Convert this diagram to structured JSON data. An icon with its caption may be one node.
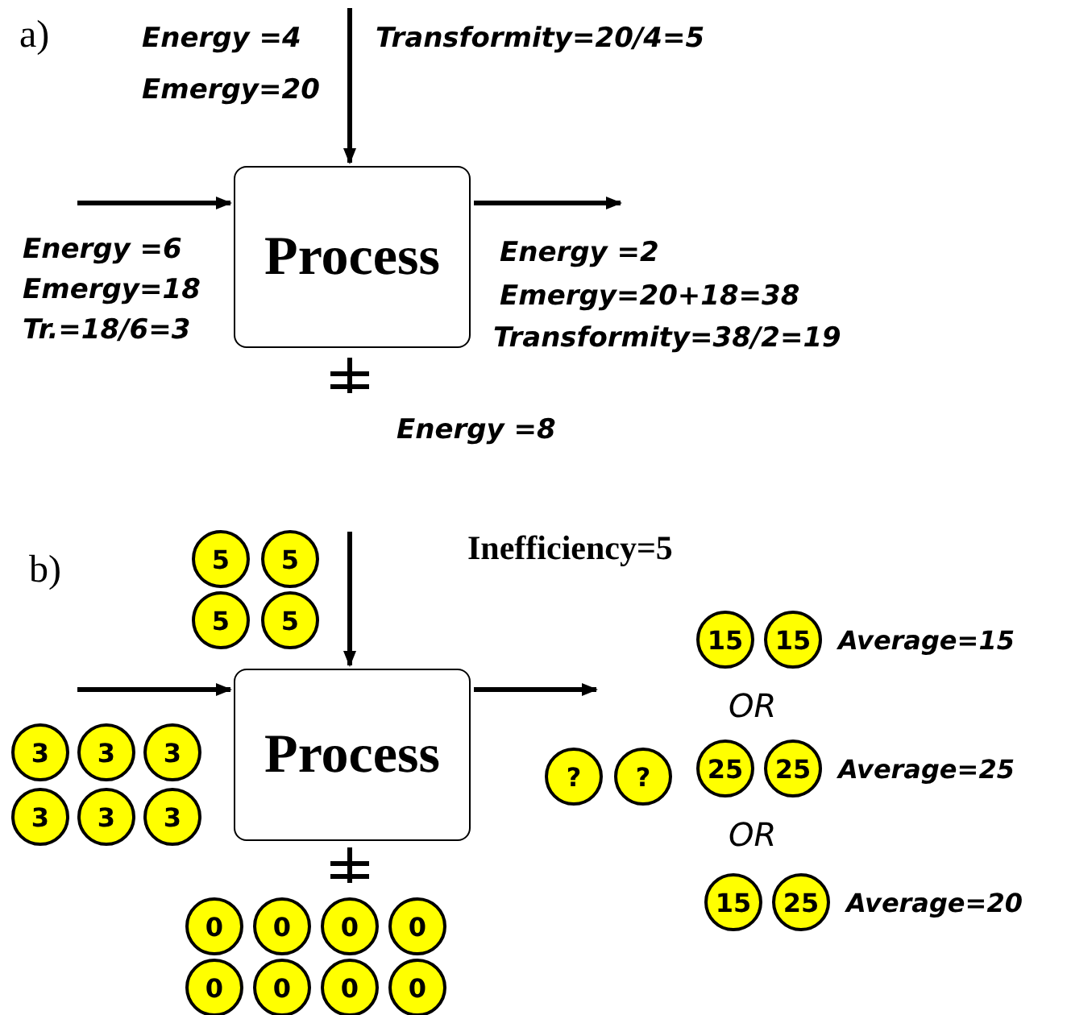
{
  "diagram": {
    "nodes": [
      {
        "text": [
          "Process"
        ]
      },
      {
        "text": [
          "5"
        ]
      },
      {
        "text": [
          "5"
        ]
      },
      {
        "text": [
          "5"
        ]
      },
      {
        "text": [
          "5"
        ]
      },
      {
        "text": [
          "Process"
        ]
      },
      {
        "text": [
          "3"
        ]
      },
      {
        "text": [
          "3"
        ]
      },
      {
        "text": [
          "3"
        ]
      },
      {
        "text": [
          "3"
        ]
      },
      {
        "text": [
          "3"
        ]
      },
      {
        "text": [
          "3"
        ]
      },
      {
        "text": [
          "?"
        ]
      },
      {
        "text": [
          "?"
        ]
      },
      {
        "text": [
          "0"
        ]
      },
      {
        "text": [
          "0"
        ]
      },
      {
        "text": [
          "0"
        ]
      },
      {
        "text": [
          "0"
        ]
      },
      {
        "text": [
          "0"
        ]
      },
      {
        "text": [
          "0"
        ]
      },
      {
        "text": [
          "0"
        ]
      },
      {
        "text": [
          "0"
        ]
      },
      {
        "text": [
          "15"
        ]
      },
      {
        "text": [
          "15"
        ]
      },
      {
        "text": [
          "25"
        ]
      },
      {
        "text": [
          "25"
        ]
      },
      {
        "text": [
          "15"
        ]
      },
      {
        "text": [
          "25"
        ]
      }
    ],
    "edges": [
      {
        "from": null,
        "to": 0,
        "arrow": "to"
      },
      {
        "from": null,
        "to": 0,
        "arrow": "to"
      },
      {
        "from": 0,
        "to": null,
        "arrow": "to"
      },
      {
        "from": null,
        "to": 5,
        "arrow": "to"
      },
      {
        "from": null,
        "to": 5,
        "arrow": "to"
      },
      {
        "from": 5,
        "to": null,
        "arrow": "to"
      }
    ],
    "labels": [
      "a)",
      "Energy =4",
      "Transformity=20/4=5",
      "Emergy=20",
      "Energy =6",
      "Emergy=18",
      "Tr.=18/6=3",
      "Energy =2",
      "Emergy=20+18=38",
      "Transformity=38/2=19",
      "Energy =8",
      "b)",
      "Inefficiency=5",
      "Average=15",
      "OR",
      "Average=25",
      "OR",
      "Average=20"
    ]
  }
}
